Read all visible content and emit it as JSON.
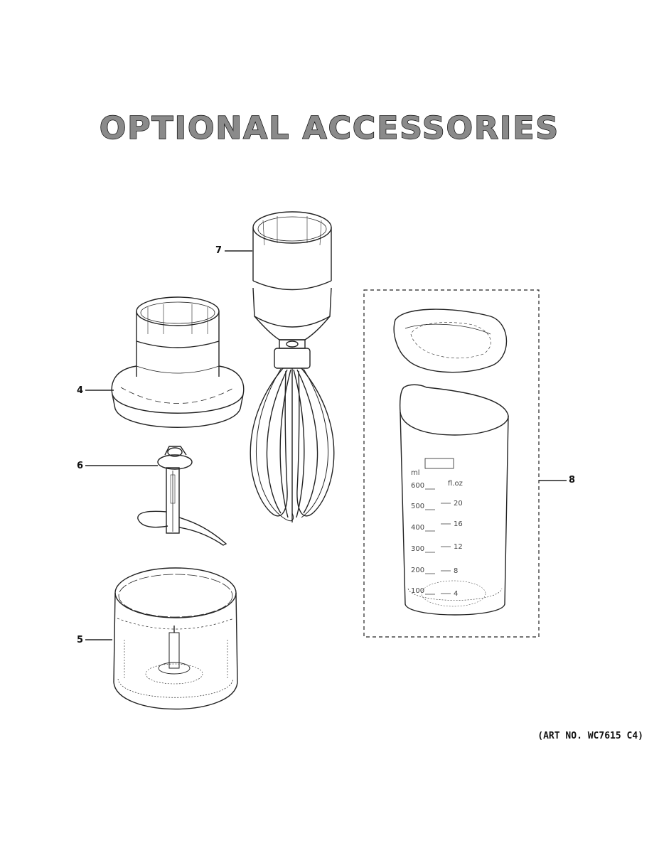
{
  "title": "OPTIONAL ACCESSORIES",
  "art_number": "(ART NO. WC7615 C4)",
  "callouts": {
    "item_4": "4",
    "item_5": "5",
    "item_6": "6",
    "item_7": "7",
    "item_8": "8"
  },
  "beaker": {
    "unit_ml": "ml",
    "unit_oz": "fl.oz",
    "ml_marks": [
      "600",
      "500",
      "400",
      "300",
      "200",
      "100"
    ],
    "oz_marks": [
      "20",
      "16",
      "12",
      "8",
      "4"
    ]
  }
}
